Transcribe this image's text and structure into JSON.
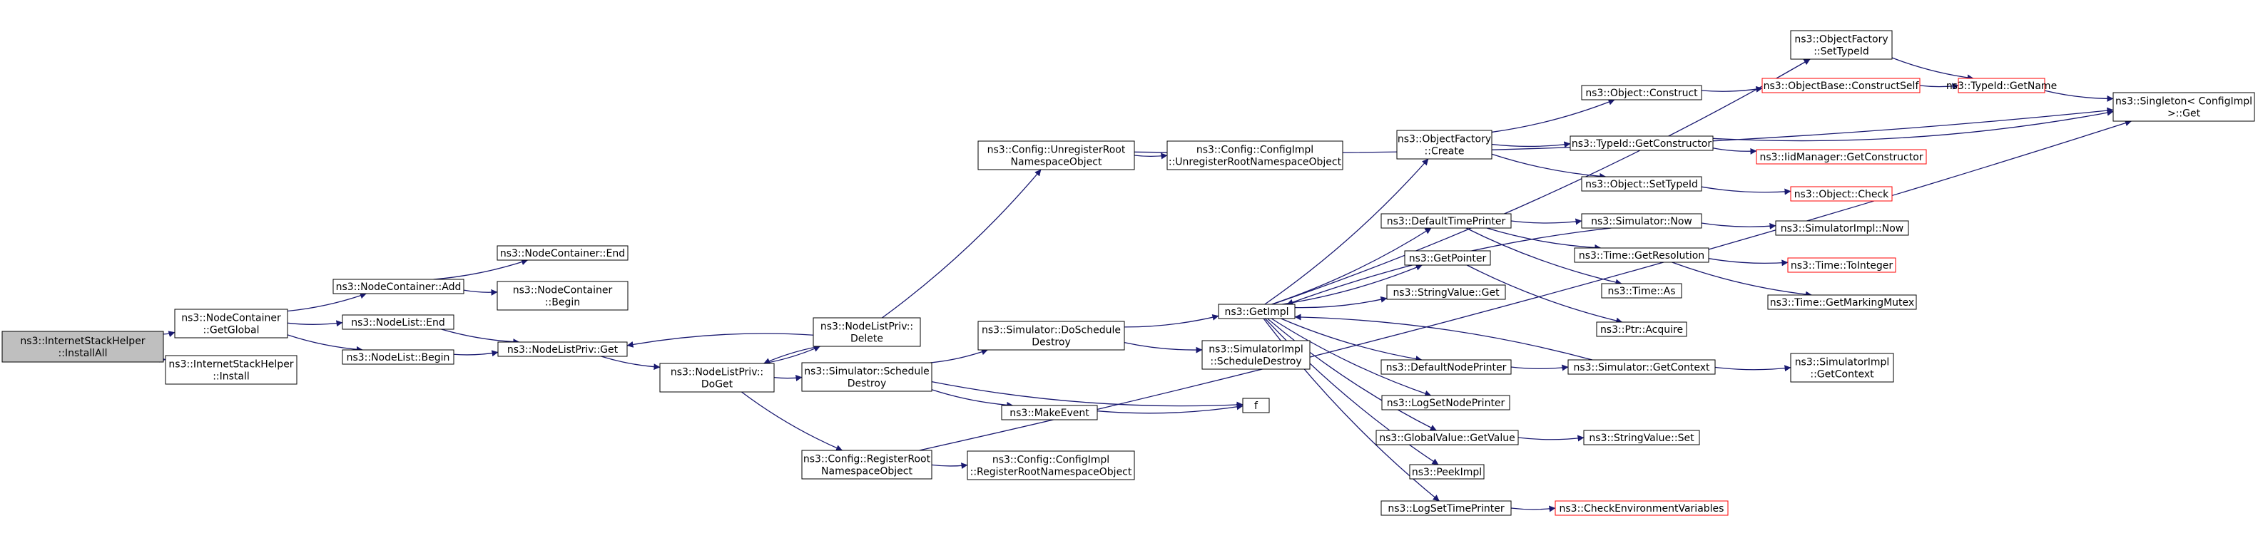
{
  "colors": {
    "edge": "#191970",
    "node_border": "#000000",
    "node_border_truncated": "#ff0000",
    "node_fill": "#ffffff",
    "root_fill": "#bfbfbf"
  },
  "nodes": [
    {
      "id": "n_installall",
      "lines": [
        "ns3::InternetStackHelper",
        "::InstallAll"
      ],
      "variant": "root"
    },
    {
      "id": "n_nc_getglobal",
      "lines": [
        "ns3::NodeContainer",
        "::GetGlobal"
      ],
      "variant": "normal"
    },
    {
      "id": "n_ish_install",
      "lines": [
        "ns3::InternetStackHelper",
        "::Install"
      ],
      "variant": "normal"
    },
    {
      "id": "n_nc_add",
      "lines": [
        "ns3::NodeContainer::Add"
      ],
      "variant": "normal"
    },
    {
      "id": "n_nc_end",
      "lines": [
        "ns3::NodeContainer::End"
      ],
      "variant": "normal"
    },
    {
      "id": "n_nc_begin",
      "lines": [
        "ns3::NodeContainer",
        "::Begin"
      ],
      "variant": "normal"
    },
    {
      "id": "n_nl_end",
      "lines": [
        "ns3::NodeList::End"
      ],
      "variant": "normal"
    },
    {
      "id": "n_nl_begin",
      "lines": [
        "ns3::NodeList::Begin"
      ],
      "variant": "normal"
    },
    {
      "id": "n_nlp_get",
      "lines": [
        "ns3::NodeListPriv::Get"
      ],
      "variant": "normal"
    },
    {
      "id": "n_nlp_doget",
      "lines": [
        "ns3::NodeListPriv::",
        "DoGet"
      ],
      "variant": "normal"
    },
    {
      "id": "n_nlp_delete",
      "lines": [
        "ns3::NodeListPriv::",
        "Delete"
      ],
      "variant": "normal"
    },
    {
      "id": "n_sim_schedule_destroy",
      "lines": [
        "ns3::Simulator::Schedule",
        "Destroy"
      ],
      "variant": "normal"
    },
    {
      "id": "n_cfg_register",
      "lines": [
        "ns3::Config::RegisterRoot",
        "NamespaceObject"
      ],
      "variant": "normal"
    },
    {
      "id": "n_cfg_unregister",
      "lines": [
        "ns3::Config::UnregisterRoot",
        "NamespaceObject"
      ],
      "variant": "normal"
    },
    {
      "id": "n_sim_doschedule_destroy",
      "lines": [
        "ns3::Simulator::DoSchedule",
        "Destroy"
      ],
      "variant": "normal"
    },
    {
      "id": "n_make_event",
      "lines": [
        "ns3::MakeEvent"
      ],
      "variant": "normal"
    },
    {
      "id": "n_cfgimpl_register",
      "lines": [
        "ns3::Config::ConfigImpl",
        "::RegisterRootNamespaceObject"
      ],
      "variant": "normal"
    },
    {
      "id": "n_cfgimpl_unregister",
      "lines": [
        "ns3::Config::ConfigImpl",
        "::UnregisterRootNamespaceObject"
      ],
      "variant": "normal"
    },
    {
      "id": "n_getimpl",
      "lines": [
        "ns3::GetImpl"
      ],
      "variant": "normal"
    },
    {
      "id": "n_simimpl_schedule_destroy",
      "lines": [
        "ns3::SimulatorImpl",
        "::ScheduleDestroy"
      ],
      "variant": "normal"
    },
    {
      "id": "n_f",
      "lines": [
        "f"
      ],
      "variant": "normal"
    },
    {
      "id": "n_objfactory_create",
      "lines": [
        "ns3::ObjectFactory",
        "::Create"
      ],
      "variant": "normal"
    },
    {
      "id": "n_default_time_printer",
      "lines": [
        "ns3::DefaultTimePrinter"
      ],
      "variant": "normal"
    },
    {
      "id": "n_get_pointer",
      "lines": [
        "ns3::GetPointer"
      ],
      "variant": "normal"
    },
    {
      "id": "n_stringvalue_get",
      "lines": [
        "ns3::StringValue::Get"
      ],
      "variant": "normal"
    },
    {
      "id": "n_default_node_printer",
      "lines": [
        "ns3::DefaultNodePrinter"
      ],
      "variant": "normal"
    },
    {
      "id": "n_logset_node_printer",
      "lines": [
        "ns3::LogSetNodePrinter"
      ],
      "variant": "normal"
    },
    {
      "id": "n_globalvalue_getvalue",
      "lines": [
        "ns3::GlobalValue::GetValue"
      ],
      "variant": "normal"
    },
    {
      "id": "n_peekimpl",
      "lines": [
        "ns3::PeekImpl"
      ],
      "variant": "normal"
    },
    {
      "id": "n_logset_time_printer",
      "lines": [
        "ns3::LogSetTimePrinter"
      ],
      "variant": "normal"
    },
    {
      "id": "n_obj_construct",
      "lines": [
        "ns3::Object::Construct"
      ],
      "variant": "normal"
    },
    {
      "id": "n_typeid_getconstructor",
      "lines": [
        "ns3::TypeId::GetConstructor"
      ],
      "variant": "normal"
    },
    {
      "id": "n_obj_settypeid",
      "lines": [
        "ns3::Object::SetTypeId"
      ],
      "variant": "normal"
    },
    {
      "id": "n_sim_now",
      "lines": [
        "ns3::Simulator::Now"
      ],
      "variant": "normal"
    },
    {
      "id": "n_time_getresolution",
      "lines": [
        "ns3::Time::GetResolution"
      ],
      "variant": "normal"
    },
    {
      "id": "n_time_as",
      "lines": [
        "ns3::Time::As"
      ],
      "variant": "normal"
    },
    {
      "id": "n_ptr_acquire",
      "lines": [
        "ns3::Ptr::Acquire"
      ],
      "variant": "normal"
    },
    {
      "id": "n_sim_getcontext",
      "lines": [
        "ns3::Simulator::GetContext"
      ],
      "variant": "normal"
    },
    {
      "id": "n_stringvalue_set",
      "lines": [
        "ns3::StringValue::Set"
      ],
      "variant": "normal"
    },
    {
      "id": "n_check_env",
      "lines": [
        "ns3::CheckEnvironmentVariables"
      ],
      "variant": "truncated"
    },
    {
      "id": "n_objfactory_settypeid",
      "lines": [
        "ns3::ObjectFactory",
        "::SetTypeId"
      ],
      "variant": "normal"
    },
    {
      "id": "n_objbase_constructself",
      "lines": [
        "ns3::ObjectBase::ConstructSelf"
      ],
      "variant": "truncated"
    },
    {
      "id": "n_iidmanager_getconstructor",
      "lines": [
        "ns3::IidManager::GetConstructor"
      ],
      "variant": "truncated"
    },
    {
      "id": "n_obj_check",
      "lines": [
        "ns3::Object::Check"
      ],
      "variant": "truncated"
    },
    {
      "id": "n_simimpl_now",
      "lines": [
        "ns3::SimulatorImpl::Now"
      ],
      "variant": "normal"
    },
    {
      "id": "n_time_tointeger",
      "lines": [
        "ns3::Time::ToInteger"
      ],
      "variant": "truncated"
    },
    {
      "id": "n_time_getmarkingmutex",
      "lines": [
        "ns3::Time::GetMarkingMutex"
      ],
      "variant": "normal"
    },
    {
      "id": "n_simimpl_getcontext",
      "lines": [
        "ns3::SimulatorImpl",
        "::GetContext"
      ],
      "variant": "normal"
    },
    {
      "id": "n_typeid_getname",
      "lines": [
        "ns3::TypeId::GetName"
      ],
      "variant": "truncated"
    },
    {
      "id": "n_singleton_get",
      "lines": [
        "ns3::Singleton< ConfigImpl",
        ">::Get"
      ],
      "variant": "normal"
    }
  ],
  "edges": [
    [
      "n_installall",
      "n_nc_getglobal"
    ],
    [
      "n_installall",
      "n_ish_install"
    ],
    [
      "n_nc_getglobal",
      "n_nc_add"
    ],
    [
      "n_nc_getglobal",
      "n_nl_end"
    ],
    [
      "n_nc_getglobal",
      "n_nl_begin"
    ],
    [
      "n_nc_add",
      "n_nc_end"
    ],
    [
      "n_nc_add",
      "n_nc_begin"
    ],
    [
      "n_nl_end",
      "n_nlp_get"
    ],
    [
      "n_nl_begin",
      "n_nlp_get"
    ],
    [
      "n_nlp_get",
      "n_nlp_doget"
    ],
    [
      "n_nlp_doget",
      "n_nlp_delete"
    ],
    [
      "n_nlp_doget",
      "n_sim_schedule_destroy"
    ],
    [
      "n_nlp_doget",
      "n_cfg_register"
    ],
    [
      "n_nlp_delete",
      "n_nlp_get"
    ],
    [
      "n_nlp_delete",
      "n_nlp_doget"
    ],
    [
      "n_nlp_delete",
      "n_cfg_unregister"
    ],
    [
      "n_sim_schedule_destroy",
      "n_sim_doschedule_destroy"
    ],
    [
      "n_sim_schedule_destroy",
      "n_make_event"
    ],
    [
      "n_sim_schedule_destroy",
      "n_f"
    ],
    [
      "n_cfg_register",
      "n_cfgimpl_register"
    ],
    [
      "n_cfg_register",
      "n_singleton_get"
    ],
    [
      "n_cfg_unregister",
      "n_cfgimpl_unregister"
    ],
    [
      "n_cfg_unregister",
      "n_singleton_get"
    ],
    [
      "n_sim_doschedule_destroy",
      "n_getimpl"
    ],
    [
      "n_sim_doschedule_destroy",
      "n_simimpl_schedule_destroy"
    ],
    [
      "n_make_event",
      "n_f"
    ],
    [
      "n_getimpl",
      "n_objfactory_create"
    ],
    [
      "n_getimpl",
      "n_default_time_printer"
    ],
    [
      "n_getimpl",
      "n_get_pointer"
    ],
    [
      "n_getimpl",
      "n_stringvalue_get"
    ],
    [
      "n_getimpl",
      "n_default_node_printer"
    ],
    [
      "n_getimpl",
      "n_logset_node_printer"
    ],
    [
      "n_getimpl",
      "n_globalvalue_getvalue"
    ],
    [
      "n_getimpl",
      "n_peekimpl"
    ],
    [
      "n_getimpl",
      "n_logset_time_printer"
    ],
    [
      "n_getimpl",
      "n_objfactory_settypeid"
    ],
    [
      "n_sim_now",
      "n_getimpl"
    ],
    [
      "n_sim_getcontext",
      "n_getimpl"
    ],
    [
      "n_objfactory_create",
      "n_obj_construct"
    ],
    [
      "n_objfactory_create",
      "n_typeid_getconstructor"
    ],
    [
      "n_objfactory_create",
      "n_obj_settypeid"
    ],
    [
      "n_default_time_printer",
      "n_sim_now"
    ],
    [
      "n_default_time_printer",
      "n_time_getresolution"
    ],
    [
      "n_default_time_printer",
      "n_time_as"
    ],
    [
      "n_get_pointer",
      "n_ptr_acquire"
    ],
    [
      "n_default_node_printer",
      "n_sim_getcontext"
    ],
    [
      "n_globalvalue_getvalue",
      "n_stringvalue_set"
    ],
    [
      "n_logset_time_printer",
      "n_check_env"
    ],
    [
      "n_obj_construct",
      "n_objbase_constructself"
    ],
    [
      "n_objbase_constructself",
      "n_typeid_getname"
    ],
    [
      "n_typeid_getconstructor",
      "n_iidmanager_getconstructor"
    ],
    [
      "n_typeid_getconstructor",
      "n_singleton_get"
    ],
    [
      "n_obj_settypeid",
      "n_obj_check"
    ],
    [
      "n_sim_now",
      "n_simimpl_now"
    ],
    [
      "n_time_getresolution",
      "n_time_tointeger"
    ],
    [
      "n_time_getresolution",
      "n_time_getmarkingmutex"
    ],
    [
      "n_sim_getcontext",
      "n_simimpl_getcontext"
    ],
    [
      "n_objfactory_settypeid",
      "n_typeid_getname"
    ],
    [
      "n_typeid_getname",
      "n_singleton_get"
    ]
  ]
}
